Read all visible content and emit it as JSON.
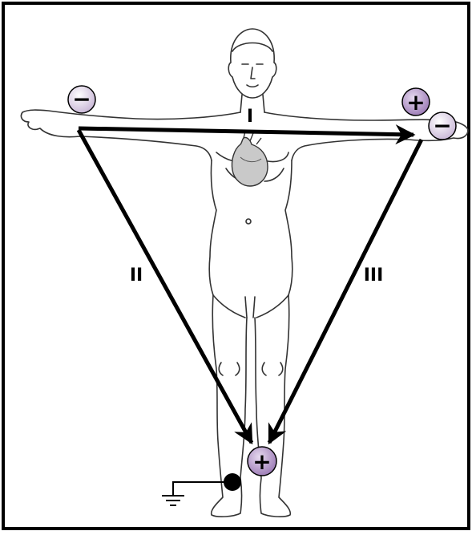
{
  "diagram": {
    "leads": {
      "lead_1": "I",
      "lead_2": "II",
      "lead_3": "III"
    },
    "electrodes": {
      "right_arm": "−",
      "left_arm_positive": "+",
      "left_arm_negative": "−",
      "left_leg": "+"
    },
    "colors": {
      "electrode_fill": "#b497c9",
      "electrode_fill_light": "#ddd0e6",
      "line": "#000000",
      "body_outline": "#333333"
    }
  }
}
